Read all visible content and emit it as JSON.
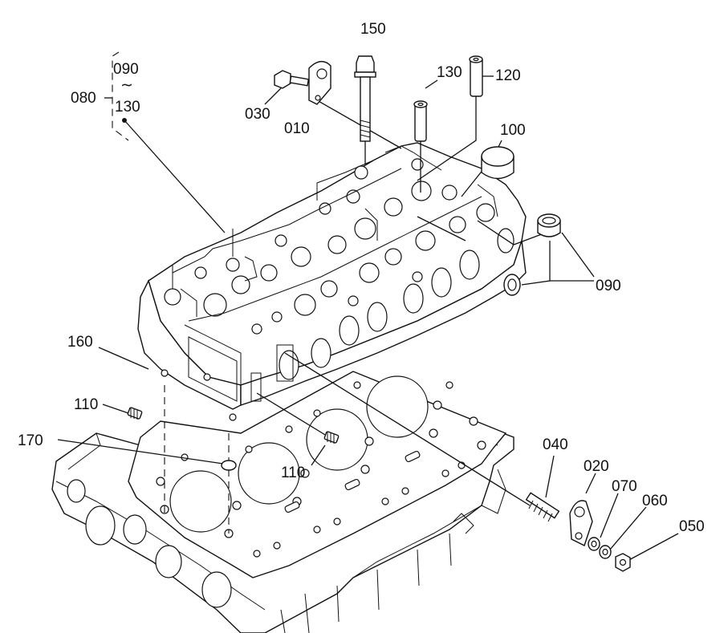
{
  "callouts": {
    "c150": "150",
    "c130_top": "130",
    "c120": "120",
    "c100": "100",
    "c030": "030",
    "c010": "010",
    "c090_bracket": "090",
    "c130_bracket": "130",
    "c080": "080",
    "c090_right": "090",
    "c160": "160",
    "c110_left": "110",
    "c170": "170",
    "c110_mid": "110",
    "c040": "040",
    "c020": "020",
    "c070": "070",
    "c060": "060",
    "c050": "050"
  },
  "range_mark": "∼"
}
